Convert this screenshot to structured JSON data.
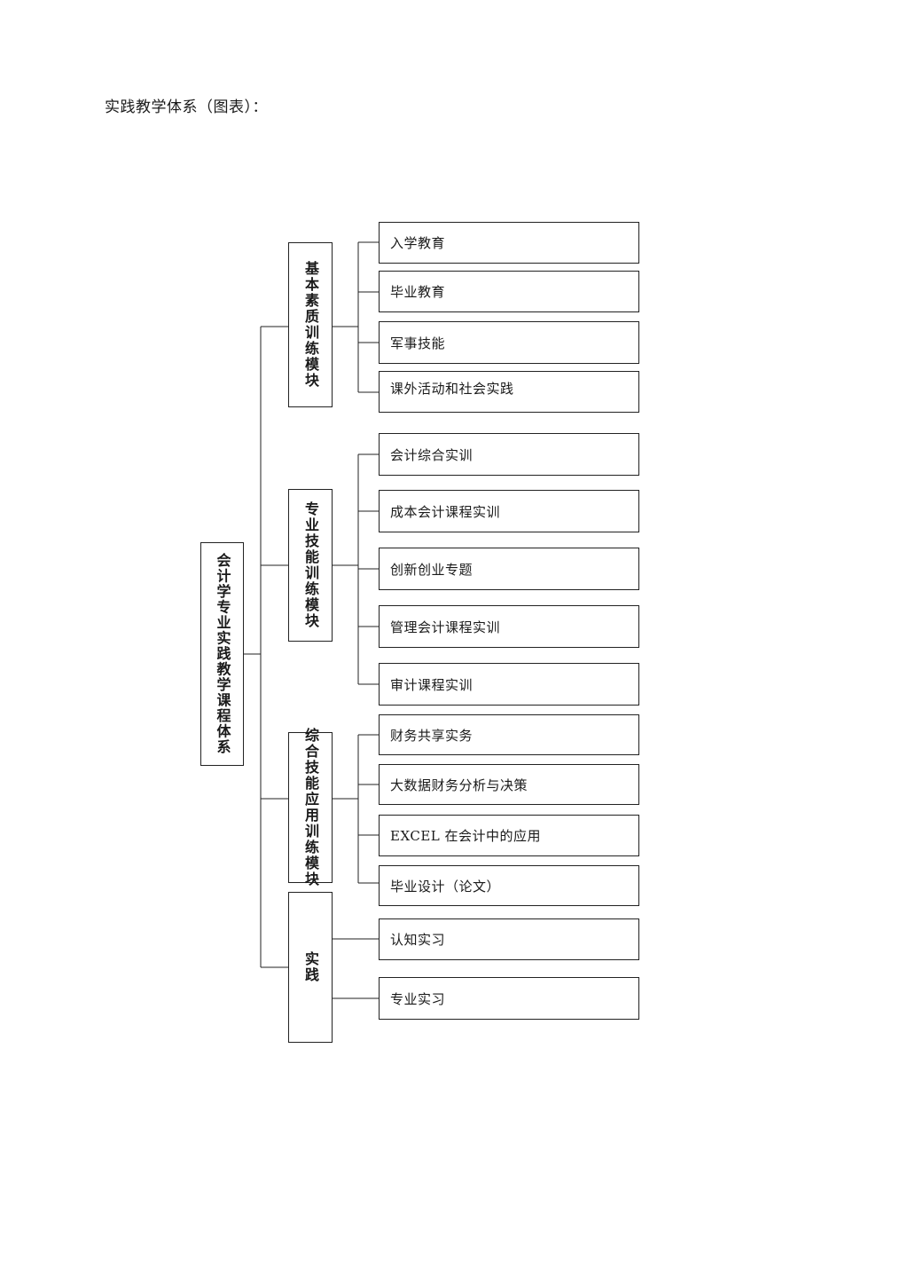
{
  "document": {
    "heading": "实践教学体系（图表）："
  },
  "diagram": {
    "type": "tree",
    "orientation": "left-to-right",
    "root": {
      "label": "会计学专业实践教学课程体系",
      "text_direction": "vertical"
    },
    "modules": [
      {
        "label": "基本素质训练模块",
        "text_direction": "vertical",
        "leaves": [
          {
            "label": "入学教育"
          },
          {
            "label": "毕业教育"
          },
          {
            "label": "军事技能"
          },
          {
            "label": "课外活动和社会实践"
          }
        ]
      },
      {
        "label": "专业技能训练模块",
        "text_direction": "vertical",
        "leaves": [
          {
            "label": "会计综合实训"
          },
          {
            "label": "成本会计课程实训"
          },
          {
            "label": "创新创业专题"
          },
          {
            "label": "管理会计课程实训"
          },
          {
            "label": "审计课程实训"
          }
        ]
      },
      {
        "label": "综合技能应用训练模块",
        "text_direction": "vertical",
        "leaves": [
          {
            "label": "财务共享实务"
          },
          {
            "label": "大数据财务分析与决策"
          },
          {
            "label": "EXCEL 在会计中的应用"
          },
          {
            "label": "毕业设计（论文）"
          }
        ]
      },
      {
        "label": "实践",
        "text_direction": "vertical",
        "leaves": [
          {
            "label": "认知实习"
          },
          {
            "label": "专业实习"
          }
        ]
      }
    ],
    "colors": {
      "page_background": "#ffffff",
      "box_border": "#222222",
      "connector_line": "#222222",
      "text": "#1a1a1a"
    }
  }
}
